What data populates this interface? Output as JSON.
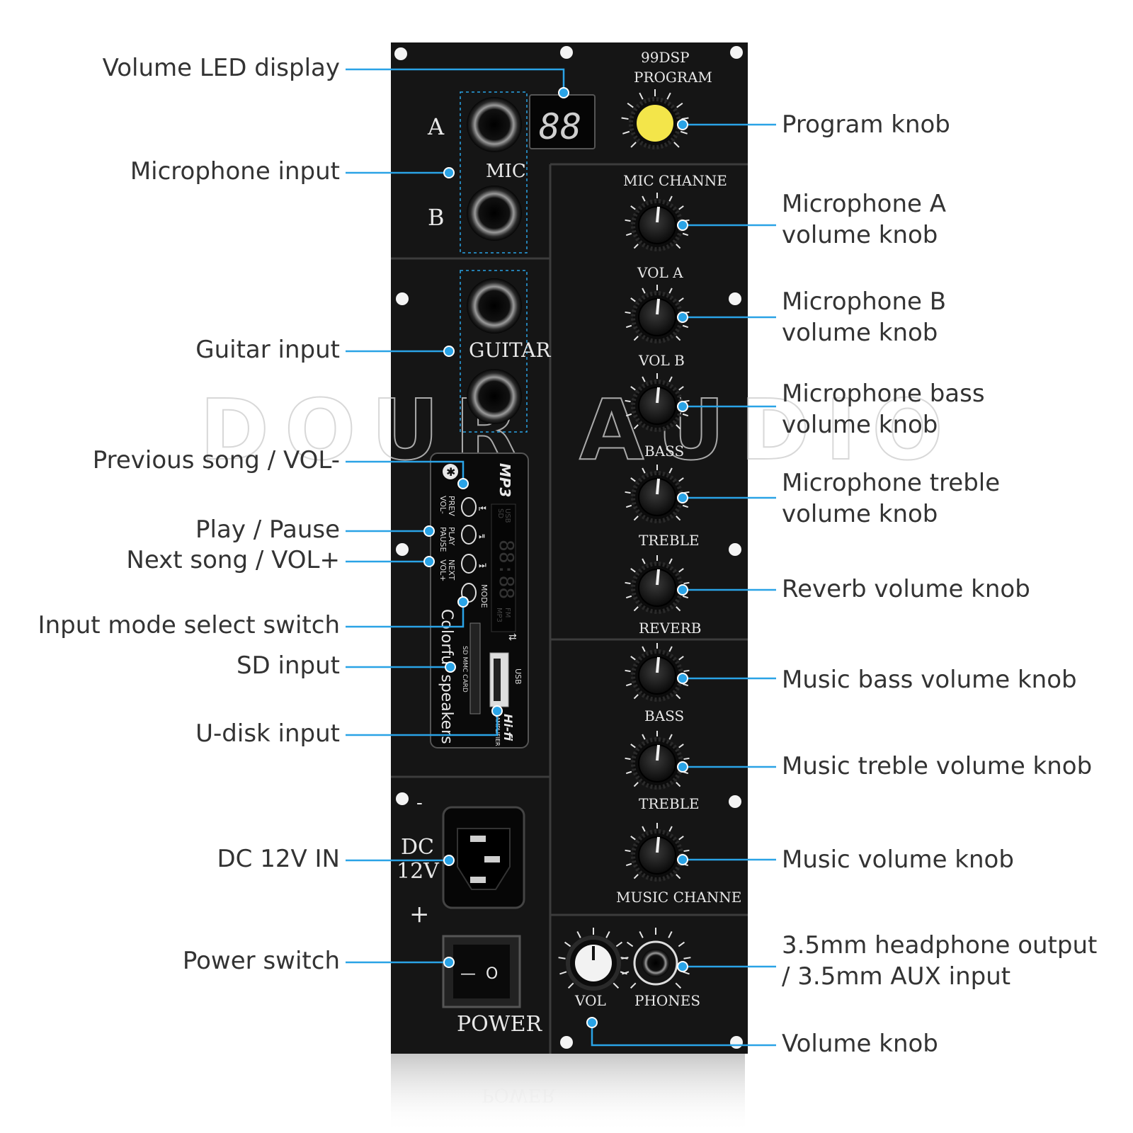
{
  "colors": {
    "panel": "#151515",
    "panel_edge": "#3a3a3a",
    "callout": "#2aa3e6",
    "label_text": "#333333",
    "knob_accent": "#f3e54a"
  },
  "watermark": "DOUR AUDIO",
  "callouts_left": [
    {
      "id": "led",
      "text": "Volume LED display"
    },
    {
      "id": "mic",
      "text": "Microphone input"
    },
    {
      "id": "guitar",
      "text": "Guitar input"
    },
    {
      "id": "prev",
      "text": "Previous song / VOL-"
    },
    {
      "id": "play",
      "text": "Play / Pause"
    },
    {
      "id": "next",
      "text": "Next song / VOL+"
    },
    {
      "id": "mode",
      "text": "Input mode select switch"
    },
    {
      "id": "sd",
      "text": "SD input"
    },
    {
      "id": "usb",
      "text": "U-disk input"
    },
    {
      "id": "dc",
      "text": "DC 12V IN"
    },
    {
      "id": "power",
      "text": "Power switch"
    }
  ],
  "callouts_right": [
    {
      "id": "program",
      "lines": [
        "Program knob"
      ]
    },
    {
      "id": "mic_a",
      "lines": [
        "Microphone A",
        "volume knob"
      ]
    },
    {
      "id": "mic_b",
      "lines": [
        "Microphone B",
        "volume knob"
      ]
    },
    {
      "id": "mic_bass",
      "lines": [
        "Microphone bass",
        "volume knob"
      ]
    },
    {
      "id": "mic_treble",
      "lines": [
        "Microphone treble",
        "volume knob"
      ]
    },
    {
      "id": "reverb",
      "lines": [
        "Reverb volume knob"
      ]
    },
    {
      "id": "music_bass",
      "lines": [
        "Music bass volume knob"
      ]
    },
    {
      "id": "music_treble",
      "lines": [
        "Music treble volume knob"
      ]
    },
    {
      "id": "music_vol",
      "lines": [
        "Music volume knob"
      ]
    },
    {
      "id": "phones",
      "lines": [
        "3.5mm headphone output",
        "/ 3.5mm AUX input"
      ]
    },
    {
      "id": "vol",
      "lines": [
        "Volume knob"
      ]
    }
  ],
  "panel": {
    "top_title": "99DSP",
    "program_label": "PROGRAM",
    "led_digits": "88",
    "mic_a": "A",
    "mic_b": "B",
    "mic_label": "MIC",
    "guitar_label": "GUITAR",
    "mic_channel_label": "MIC CHANNE",
    "vol_a": "VOL  A",
    "vol_b": "VOL  B",
    "bass": "BASS",
    "treble": "TREBLE",
    "reverb": "REVERB",
    "music_bass": "BASS",
    "music_treble": "TREBLE",
    "music_channel": "MUSIC CHANNE",
    "vol": "VOL",
    "phones": "PHONES",
    "dc": "DC",
    "dc_v": "12V",
    "minus": "-",
    "plus": "+",
    "power": "POWER",
    "power_off": "—",
    "power_on": "O",
    "mp3": {
      "logo": "MP3",
      "prev_label": "PREV",
      "prev_sub": "VOL-",
      "play_label": "PLAY",
      "play_sub": "PAUSE",
      "next_label": "NEXT",
      "next_sub": "VOL+",
      "mode": "MODE",
      "usb_top": "USB",
      "sd_top": "SD",
      "fm": "FM",
      "mp3_tag": "MP3",
      "brand": "Colorful speakers",
      "sd_slot": "SD MMC CARD",
      "usb_slot": "USB",
      "hifi": "Hi-fi",
      "amp": "AMPLIFIER"
    }
  }
}
